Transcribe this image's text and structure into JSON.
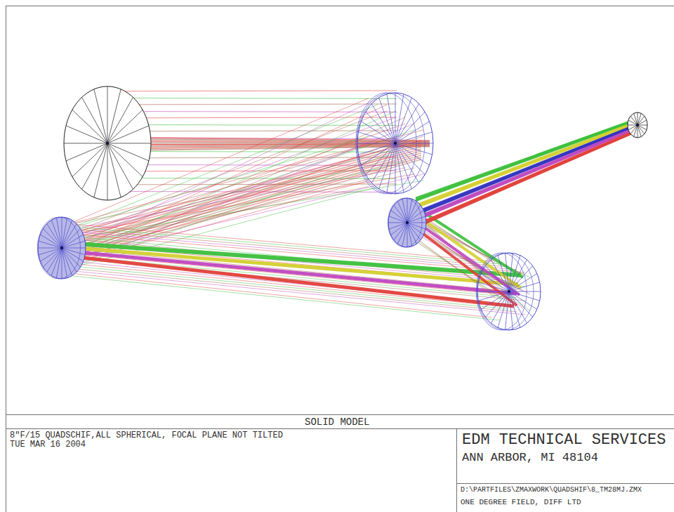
{
  "diagram": {
    "labels": [
      "SOLID MODEL",
      "8\"F/15 QUADSCHIF,ALL SPHERICAL, FOCAL PLANE NOT TILTED",
      "TUE MAR 16 2004",
      "EDM TECHNICAL SERVICES",
      "ANN ARBOR, MI 48104",
      "D:\\PARTFILES\\ZMAXWORK\\QUADSHIF\\8_TM28MJ.ZMX",
      "ONE DEGREE FIELD, DIFF LTD"
    ]
  }
}
